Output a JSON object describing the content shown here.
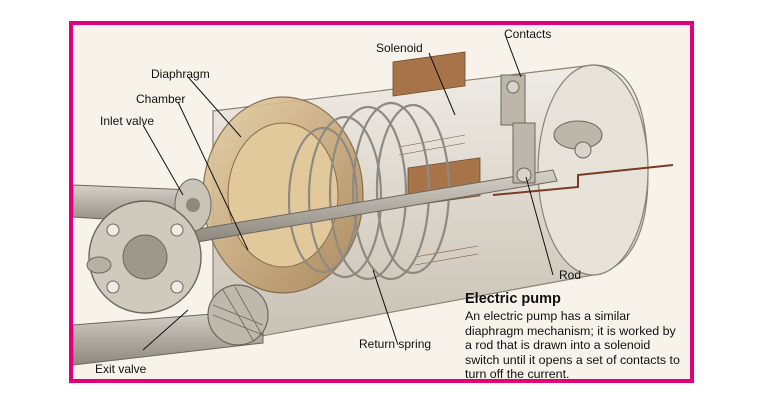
{
  "labels": {
    "contacts": "Contacts",
    "solenoid": "Solenoid",
    "diaphragm": "Diaphragm",
    "chamber": "Chamber",
    "inlet_valve": "Inlet valve",
    "rod": "Rod",
    "return_spring": "Return spring",
    "exit_valve": "Exit valve"
  },
  "caption": {
    "title": "Electric pump",
    "lines": [
      "An electric pump has a similar",
      "diaphragm mechanism; it is worked by",
      "a rod that is drawn into a solenoid",
      "switch until it opens a set of contacts to",
      "turn off the current."
    ]
  },
  "colors": {
    "frame_border": "#e0007c",
    "background": "#f8f3ea",
    "metal": "#b9b2a6",
    "brass": "#c9a56e",
    "text": "#111111"
  }
}
